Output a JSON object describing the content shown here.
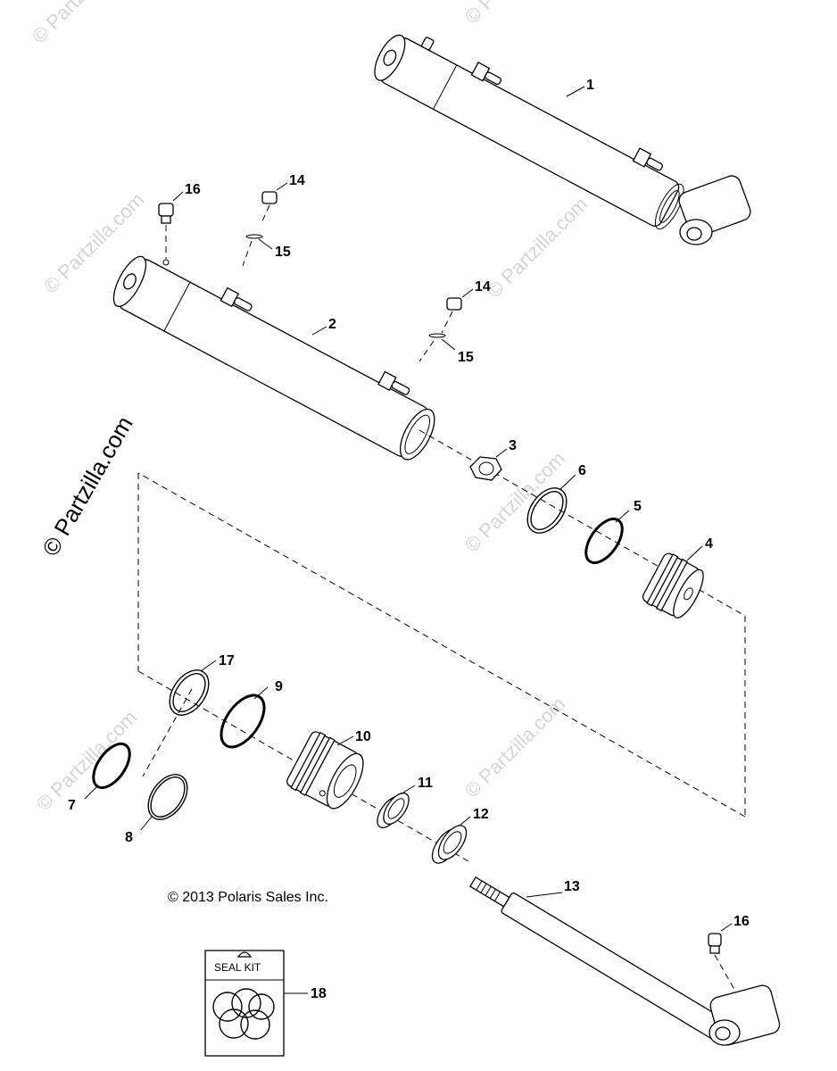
{
  "watermark": {
    "text": "© Partzilla.com"
  },
  "copyright": "© 2013 Polaris Sales Inc.",
  "seal_kit_label": "SEAL KIT",
  "callouts": {
    "c1": "1",
    "c2": "2",
    "c3": "3",
    "c4": "4",
    "c5": "5",
    "c6": "6",
    "c7": "7",
    "c8": "8",
    "c9": "9",
    "c10": "10",
    "c11": "11",
    "c12": "12",
    "c13": "13",
    "c14a": "14",
    "c14b": "14",
    "c15a": "15",
    "c15b": "15",
    "c16a": "16",
    "c16b": "16",
    "c17": "17",
    "c18": "18"
  },
  "colors": {
    "line": "#000000",
    "watermark": "#d4d4d4",
    "background": "#ffffff"
  }
}
